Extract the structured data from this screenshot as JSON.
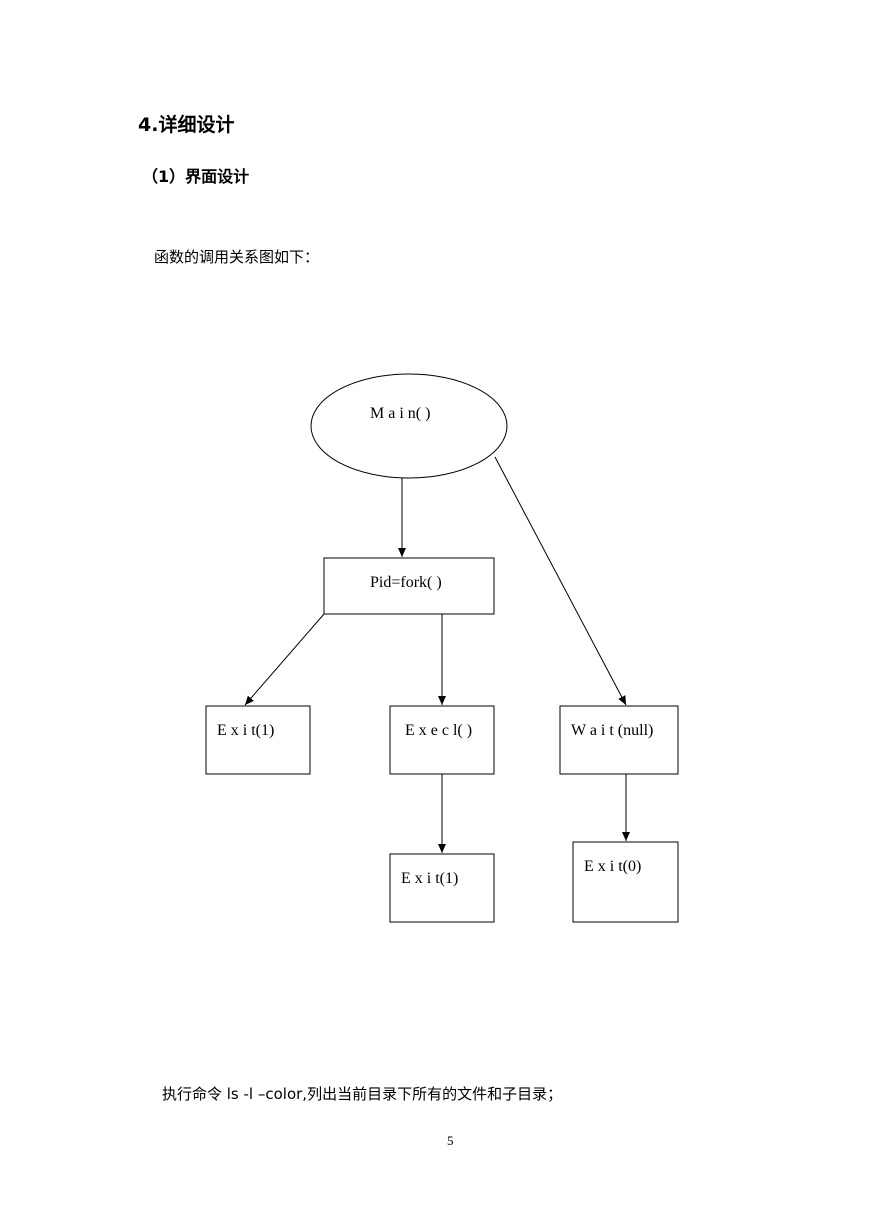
{
  "heading": "4.详细设计",
  "subheading": "（1）界面设计",
  "intro": "函数的调用关系图如下：",
  "diagram": {
    "main": "M a i n( )",
    "fork": "Pid=fork( )",
    "exit1_left": "E x i t(1)",
    "execl": "E x e c l( )",
    "wait": "W a i t (null)",
    "exit1_bottom": "E x i t(1)",
    "exit0": "E x i t(0)"
  },
  "command_line": "执行命令 ls -l  –color,列出当前目录下所有的文件和子目录；",
  "page_number": "5"
}
